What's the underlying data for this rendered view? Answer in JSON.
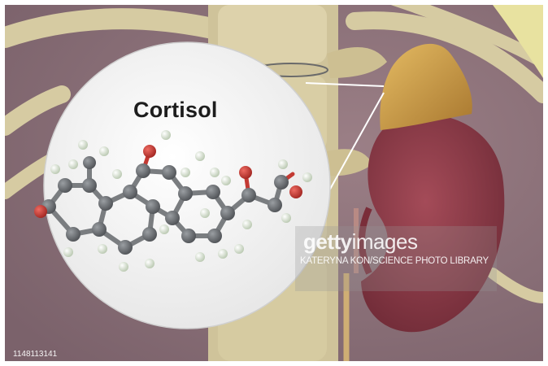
{
  "molecule_label": "Cortisol",
  "watermark": {
    "logo_bold": "getty",
    "logo_light": "images",
    "credit": "KATERYNA KON/SCIENCE PHOTO LIBRARY"
  },
  "image_id": "1148113141",
  "colors": {
    "background": "#8a6f78",
    "bone": "#d8cca4",
    "kidney": "#8e3a48",
    "adrenal_gland": "#d4a450",
    "lens_circle": "#f3f3f3",
    "carbon_atom": "#6c6f72",
    "hydrogen_atom": "#dfe8d6",
    "oxygen_atom": "#c93a34"
  }
}
